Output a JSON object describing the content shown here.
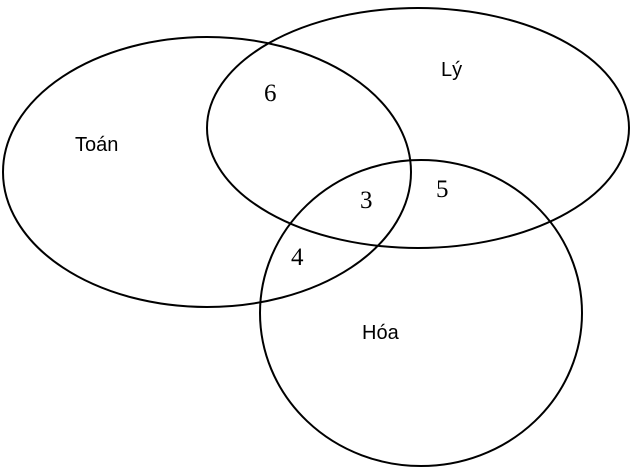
{
  "sets": {
    "toan": {
      "label": "Toán"
    },
    "ly": {
      "label": "Lý"
    },
    "hoa": {
      "label": "Hóa"
    }
  },
  "regions": {
    "toan_ly_only": "6",
    "toan_ly_hoa": "3",
    "ly_hoa_only": "5",
    "toan_hoa_only": "4"
  }
}
